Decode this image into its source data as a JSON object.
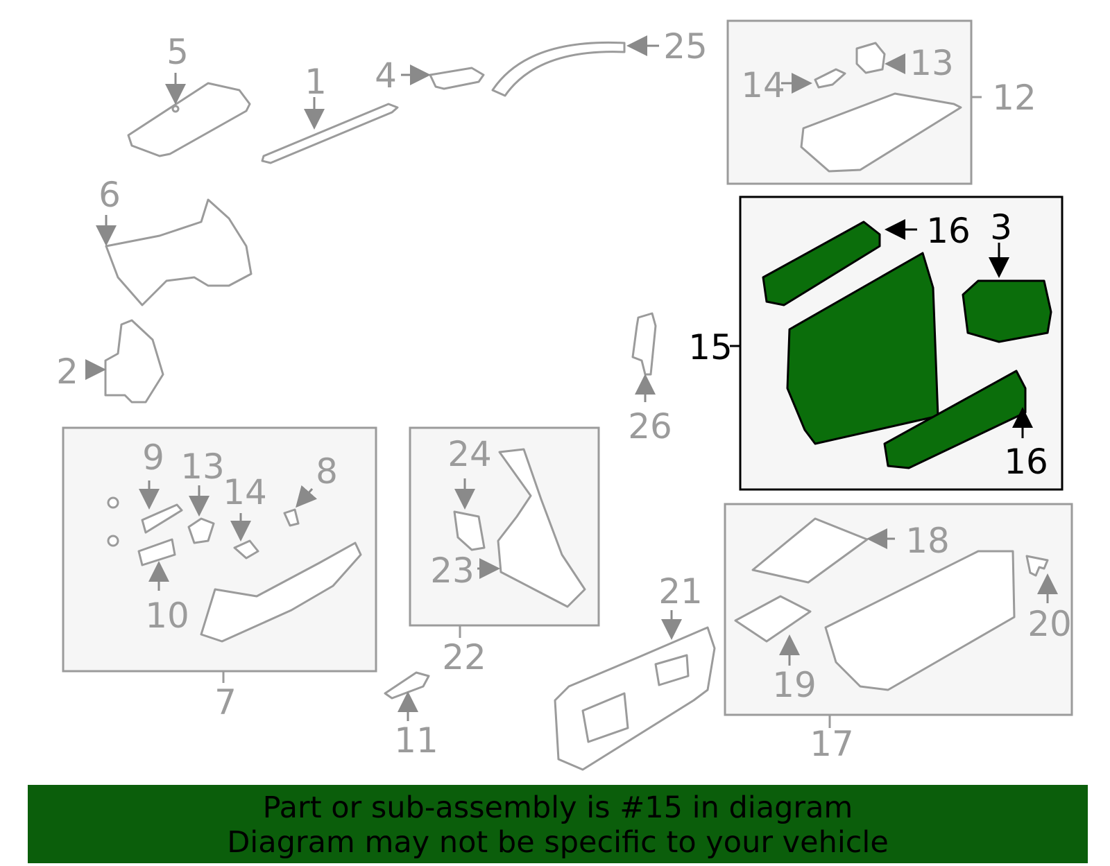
{
  "colors": {
    "highlight": "#0b6e0b",
    "banner": "#0b5e0b",
    "line": "#9b9b9b",
    "dark": "#000000"
  },
  "labels": {
    "p1": "1",
    "p2": "2",
    "p3": "3",
    "p4": "4",
    "p5": "5",
    "p6": "6",
    "p7": "7",
    "p8": "8",
    "p9": "9",
    "p10": "10",
    "p11": "11",
    "p12": "12",
    "p13a": "13",
    "p13b": "13",
    "p14a": "14",
    "p14b": "14",
    "p15": "15",
    "p16a": "16",
    "p16b": "16",
    "p17": "17",
    "p18": "18",
    "p19": "19",
    "p20": "20",
    "p21": "21",
    "p22": "22",
    "p23": "23",
    "p24": "24",
    "p25": "25",
    "p26": "26"
  },
  "banner": {
    "line1": "Part or sub-assembly is #15 in diagram",
    "line2": "Diagram may not be specific to your vehicle"
  }
}
